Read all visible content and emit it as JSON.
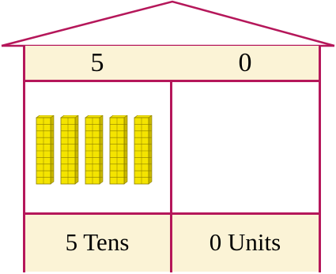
{
  "colors": {
    "frame": "#b5175a",
    "header_fill": "#fbf3d6",
    "footer_fill": "#fbf3d6",
    "rod_fill": "#f4e400",
    "rod_shadow": "#c9b800",
    "rod_lines": "#8a7d00"
  },
  "place_value": {
    "tens_digit": "5",
    "units_digit": "0",
    "tens_label": "5 Tens",
    "units_label": "0 Units"
  },
  "blocks": {
    "tens_rods": 5,
    "unit_cubes": 0,
    "cubes_per_rod": 10
  }
}
